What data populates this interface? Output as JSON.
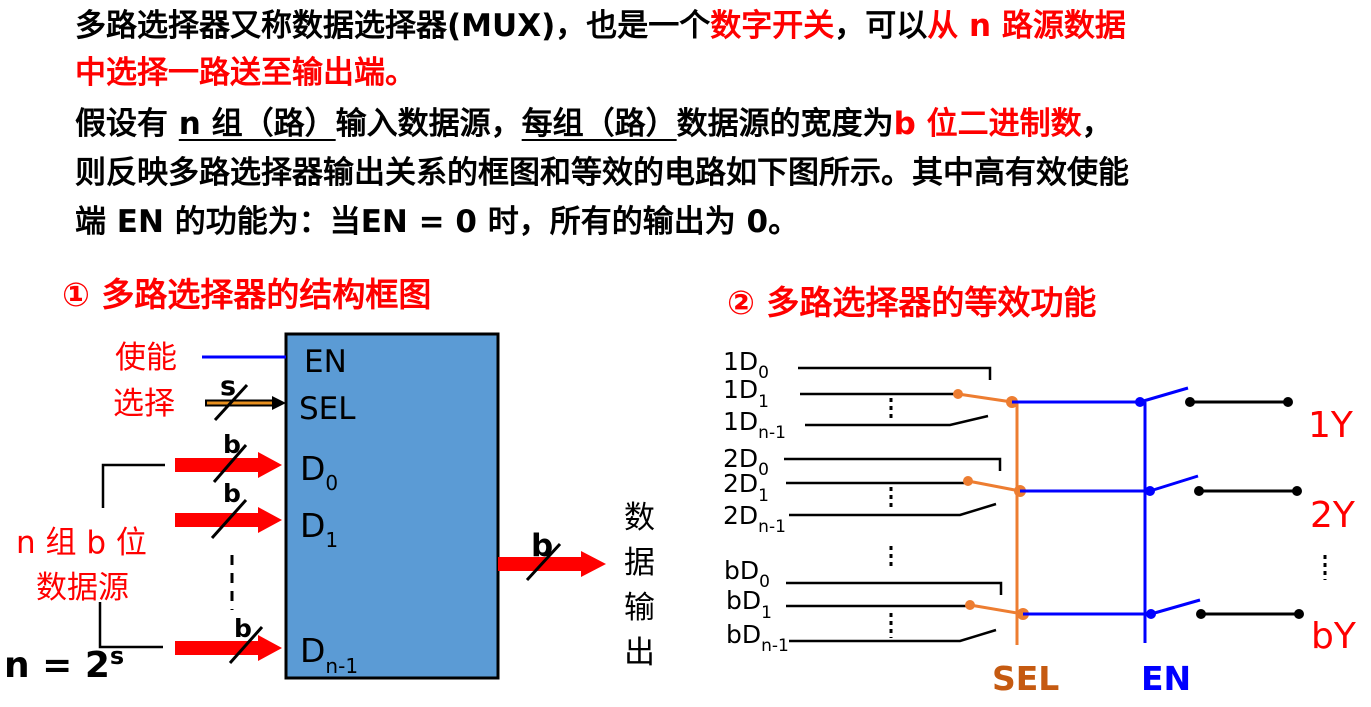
{
  "intro": {
    "line1": {
      "a": "多路选择器又称数据选择器(MUX)，也是一个",
      "b": "数字开关",
      "c": "，可以",
      "d": "从 n 路源数据"
    },
    "line2": "中选择一路送至输出端。",
    "line3": {
      "a": " 假设有 ",
      "b": "n 组（路）",
      "c": "输入数据源，",
      "d": "每组（路）",
      "e": "数据源的宽度为",
      "f": "b 位二进制数",
      "g": "，"
    },
    "line4": "则反映多路选择器输出关系的框图和等效的电路如下图所示。其中高有效使能",
    "line5": "端 EN  的功能为：当EN = 0 时，所有的输出为 0。"
  },
  "block_diagram": {
    "title": "① 多路选择器的结构框图",
    "box_color": "#5b9bd5",
    "label_enable": "使能",
    "label_select": "选择",
    "sel_width": "s",
    "data_width": "b",
    "ports": {
      "en": "EN",
      "sel": "SEL",
      "d": "D",
      "d0_sub": "0",
      "d1_sub": "1",
      "dn_sub": "n-1"
    },
    "group_label_1": "n 组 b 位",
    "group_label_2": "数据源",
    "formula_base": "n = 2",
    "formula_exp": "s",
    "output_label": [
      "数",
      "据",
      "输",
      "出"
    ],
    "arrow_color": "#ff0000",
    "sel_arrow_color": "#e8901e",
    "enable_line_color": "#0000ff"
  },
  "equivalent_circuit": {
    "title": "② 多路选择器的等效功能",
    "groups": [
      {
        "prefix": "1",
        "inputs": [
          "0",
          "1",
          "n-1"
        ],
        "output": "1Y"
      },
      {
        "prefix": "2",
        "inputs": [
          "0",
          "1",
          "n-1"
        ],
        "output": "2Y"
      },
      {
        "prefix": "b",
        "inputs": [
          "0",
          "1",
          "n-1"
        ],
        "output": "bY"
      }
    ],
    "bus_sel": "SEL",
    "bus_en": "EN",
    "sel_color": "#ed7d31",
    "sel_label_color": "#c55a11",
    "en_color": "#0000ff",
    "output_color": "#ff0000"
  }
}
